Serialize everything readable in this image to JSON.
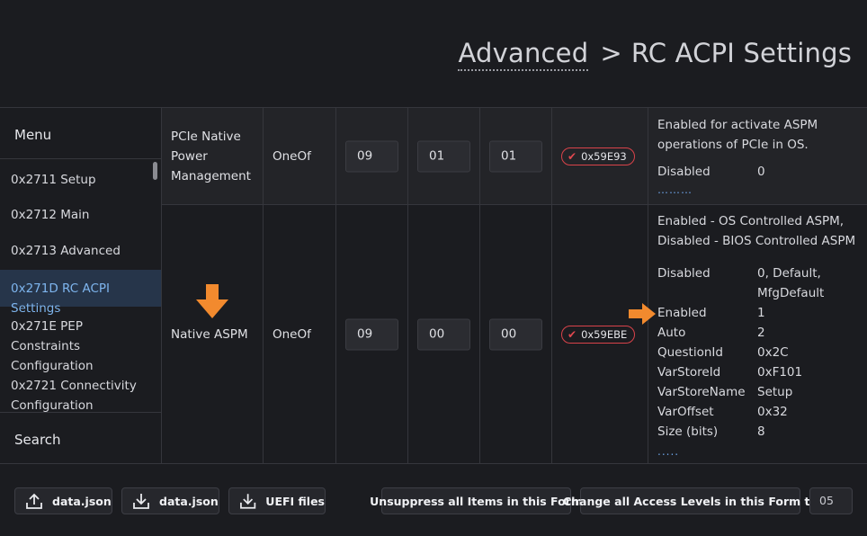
{
  "breadcrumb": {
    "parent": "Advanced",
    "separator": ">",
    "current": "RC ACPI Settings"
  },
  "sidebar": {
    "title": "Menu",
    "items": [
      {
        "label": "0x2711 Setup"
      },
      {
        "label": "0x2712 Main"
      },
      {
        "label": "0x2713 Advanced"
      },
      {
        "label": "0x271D RC ACPI Settings",
        "active": true
      },
      {
        "label": "0x271E PEP Constraints Configuration"
      },
      {
        "label": "0x2721 Connectivity Configuration"
      }
    ],
    "search_label": "Search"
  },
  "rows": [
    {
      "name": "PCIe Native Power Management",
      "type": "OneOf",
      "values": [
        "09",
        "01",
        "01"
      ],
      "checksum": "0x59E93",
      "help": {
        "text": "Enabled for activate ASPM operations of PCIe in OS.",
        "options": [
          {
            "k": "Disabled",
            "v": "0"
          }
        ],
        "more": "………"
      }
    },
    {
      "name": "Native ASPM",
      "type": "OneOf",
      "values": [
        "09",
        "00",
        "00"
      ],
      "checksum": "0x59EBE",
      "help": {
        "text": "Enabled - OS Controlled ASPM, Disabled - BIOS Controlled ASPM",
        "options": [
          {
            "k": "Disabled",
            "v": "0, Default, MfgDefault"
          },
          {
            "k": "Enabled",
            "v": "1"
          },
          {
            "k": "Auto",
            "v": "2"
          },
          {
            "k": "QuestionId",
            "v": "0x2C"
          },
          {
            "k": "VarStoreId",
            "v": "0xF101"
          },
          {
            "k": "VarStoreName",
            "v": "Setup"
          },
          {
            "k": "VarOffset",
            "v": "0x32"
          },
          {
            "k": "Size (bits)",
            "v": "8"
          }
        ],
        "more": "....."
      }
    }
  ],
  "footer": {
    "export_json_label": "data.json",
    "download_json_label": "data.json",
    "uefi_label": "UEFI files",
    "unsuppress_label": "Unsuppress all Items in this Form",
    "change_access_label": "Change all Access Levels in this Form to",
    "access_level_value": "05"
  },
  "icons": {
    "upload": "upload-icon",
    "download": "download-icon",
    "check": "check-icon",
    "annotation_arrow_down": "arrow-down-icon",
    "annotation_arrow_right": "arrow-right-icon"
  },
  "colors": {
    "background": "#1b1c20",
    "active_item": "#26354a",
    "active_text": "#7eb5ee",
    "badge_border": "#d9434a",
    "annotation": "#f28a2e",
    "link": "#6a9fe0"
  }
}
